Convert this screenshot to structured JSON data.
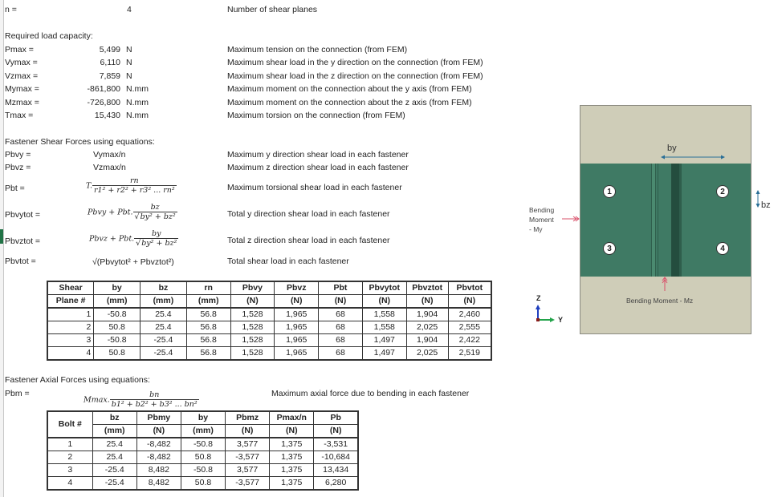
{
  "sheet": {
    "n_label": "n =",
    "n_value": "4",
    "n_desc": "Number of shear planes",
    "required_heading": "Required load capacity:",
    "loads": [
      {
        "label": "Pmax =",
        "value": "5,499",
        "unit": "N",
        "desc": "Maximum tension on the connection (from FEM)"
      },
      {
        "label": "Vymax =",
        "value": "6,110",
        "unit": "N",
        "desc": "Maximum shear load in the y direction on the connection (from FEM)"
      },
      {
        "label": "Vzmax =",
        "value": "7,859",
        "unit": "N",
        "desc": "Maximum shear load in the z direction on the connection (from FEM)"
      },
      {
        "label": "Mymax =",
        "value": "-861,800",
        "unit": "N.mm",
        "desc": "Maximum moment on the connection about the y axis (from FEM)"
      },
      {
        "label": "Mzmax =",
        "value": "-726,800",
        "unit": "N.mm",
        "desc": "Maximum moment on the connection about the z axis (from FEM)"
      },
      {
        "label": "Tmax =",
        "value": "15,430",
        "unit": "N.mm",
        "desc": "Maximum torsion on the connection (from FEM)"
      }
    ],
    "shear_heading": "Fastener Shear Forces using equations:",
    "shear_eqs": [
      {
        "label": "Pbvy =",
        "formula": "Vymax/n",
        "desc": "Maximum y direction shear load in each fastener"
      },
      {
        "label": "Pbvz =",
        "formula": "Vzmax/n",
        "desc": "Maximum z direction shear load in each fastener"
      },
      {
        "label": "Pbt =",
        "formula_prefix": "T.",
        "num": "rn",
        "den": "r1² + r2² + r3² ... rn²",
        "desc": "Maximum torsional shear load in each fastener"
      },
      {
        "label": "Pbvytot =",
        "formula_prefix": "Pbvy + Pbt.",
        "num": "bz",
        "den": "by² + bz²",
        "desc": "Total y direction shear load in each fastener"
      },
      {
        "label": "Pbvztot =",
        "formula_prefix": "Pbvz + Pbt.",
        "num": "by",
        "den": "by² + bz²",
        "desc": "Total z direction shear load in each fastener"
      },
      {
        "label": "Pbvtot =",
        "formula": "√(Pbvytot² + Pbvztot²)",
        "desc": "Total shear load in each fastener"
      }
    ],
    "shear_table": {
      "headers": [
        "Shear",
        "by",
        "bz",
        "rn",
        "Pbvy",
        "Pbvz",
        "Pbt",
        "Pbvytot",
        "Pbvztot",
        "Pbvtot"
      ],
      "subheaders": [
        "Plane #",
        "(mm)",
        "(mm)",
        "(mm)",
        "(N)",
        "(N)",
        "(N)",
        "(N)",
        "(N)",
        "(N)"
      ],
      "rows": [
        [
          "1",
          "-50.8",
          "25.4",
          "56.8",
          "1,528",
          "1,965",
          "68",
          "1,558",
          "1,904",
          "2,460"
        ],
        [
          "2",
          "50.8",
          "25.4",
          "56.8",
          "1,528",
          "1,965",
          "68",
          "1,558",
          "2,025",
          "2,555"
        ],
        [
          "3",
          "-50.8",
          "-25.4",
          "56.8",
          "1,528",
          "1,965",
          "68",
          "1,497",
          "1,904",
          "2,422"
        ],
        [
          "4",
          "50.8",
          "-25.4",
          "56.8",
          "1,528",
          "1,965",
          "68",
          "1,497",
          "2,025",
          "2,519"
        ]
      ]
    },
    "axial_heading": "Fastener Axial Forces using equations:",
    "axial_eq": {
      "label": "Pbm =",
      "formula_prefix": "Mmax.",
      "num": "bn",
      "den": "b1² + b2² + b3² ... bn²",
      "desc": "Maximum axial force due to bending in each fastener"
    },
    "axial_table": {
      "headers": [
        "Bolt #",
        "bz",
        "Pbmy",
        "by",
        "Pbmz",
        "Pmax/n",
        "Pb"
      ],
      "subheaders": [
        "(mm)",
        "(N)",
        "(mm)",
        "(N)",
        "(N)",
        "(N)"
      ],
      "rows": [
        [
          "1",
          "25.4",
          "-8,482",
          "-50.8",
          "3,577",
          "1,375",
          "-3,531"
        ],
        [
          "2",
          "25.4",
          "-8,482",
          "50.8",
          "-3,577",
          "1,375",
          "-10,684"
        ],
        [
          "3",
          "-25.4",
          "8,482",
          "-50.8",
          "3,577",
          "1,375",
          "13,434"
        ],
        [
          "4",
          "-25.4",
          "8,482",
          "50.8",
          "-3,577",
          "1,375",
          "6,280"
        ]
      ]
    }
  },
  "diagram": {
    "by_label": "by",
    "bz_label": "bz",
    "bolts": [
      "1",
      "2",
      "3",
      "4"
    ],
    "my_label_lines": [
      "Bending",
      "Moment",
      "- My"
    ],
    "mz_label": "Bending Moment - Mz",
    "axis_z": "Z",
    "axis_y": "Y",
    "colors": {
      "plate": "#3f7a64",
      "background": "#cfcdb8",
      "arrow": "#d9506a",
      "dim": "#2a6f97",
      "axis_z": "#1f3fbf",
      "axis_y": "#22a34a"
    }
  }
}
